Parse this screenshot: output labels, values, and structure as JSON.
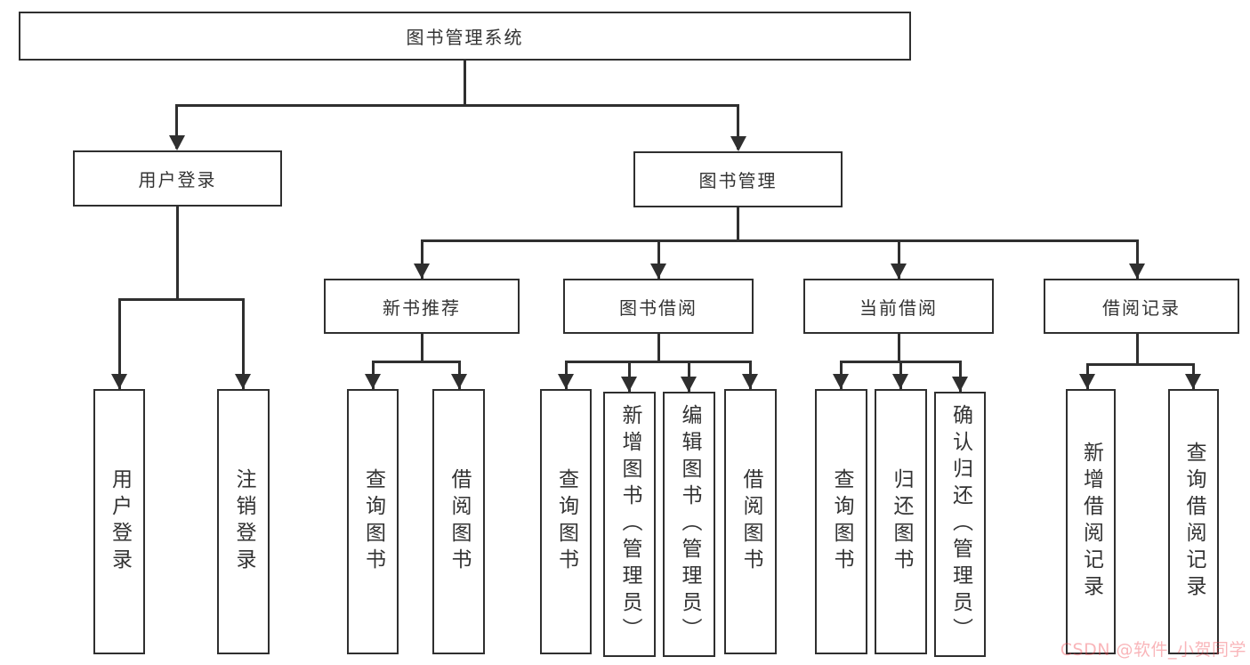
{
  "diagram": {
    "type": "hierarchy-tree",
    "colors": {
      "line": "#2f2f2f",
      "box_background": "#ffffff",
      "text": "#333333",
      "watermark": "rgba(240,60,70,0.38)"
    },
    "root": {
      "label": "图书管理系统"
    },
    "level2": {
      "user_login": {
        "label": "用户登录",
        "parent": "图书管理系统"
      },
      "book_mgmt": {
        "label": "图书管理",
        "parent": "图书管理系统"
      }
    },
    "level3": {
      "new_book_rec": {
        "label": "新书推荐",
        "parent": "图书管理"
      },
      "book_borrow": {
        "label": "图书借阅",
        "parent": "图书管理"
      },
      "current_borrow": {
        "label": "当前借阅",
        "parent": "图书管理"
      },
      "borrow_records": {
        "label": "借阅记录",
        "parent": "图书管理"
      }
    },
    "leaves": {
      "user_login_login": {
        "label": "用户登录",
        "parent": "用户登录"
      },
      "user_login_logout": {
        "label": "注销登录",
        "parent": "用户登录"
      },
      "new_book_query": {
        "label": "查询图书",
        "parent": "新书推荐"
      },
      "new_book_borrow": {
        "label": "借阅图书",
        "parent": "新书推荐"
      },
      "borrow_query": {
        "label": "查询图书",
        "parent": "图书借阅"
      },
      "borrow_add": {
        "label": "新增图书（管理员）",
        "parent": "图书借阅"
      },
      "borrow_edit": {
        "label": "编辑图书（管理员）",
        "parent": "图书借阅"
      },
      "borrow_borrow": {
        "label": "借阅图书",
        "parent": "图书借阅"
      },
      "current_query": {
        "label": "查询图书",
        "parent": "当前借阅"
      },
      "current_return": {
        "label": "归还图书",
        "parent": "当前借阅"
      },
      "current_confirm": {
        "label": "确认归还（管理员）",
        "parent": "当前借阅"
      },
      "records_add": {
        "label": "新增借阅记录",
        "parent": "借阅记录"
      },
      "records_query": {
        "label": "查询借阅记录",
        "parent": "借阅记录"
      }
    },
    "watermark": {
      "text": "CSDN @软件_小贺同学"
    }
  }
}
